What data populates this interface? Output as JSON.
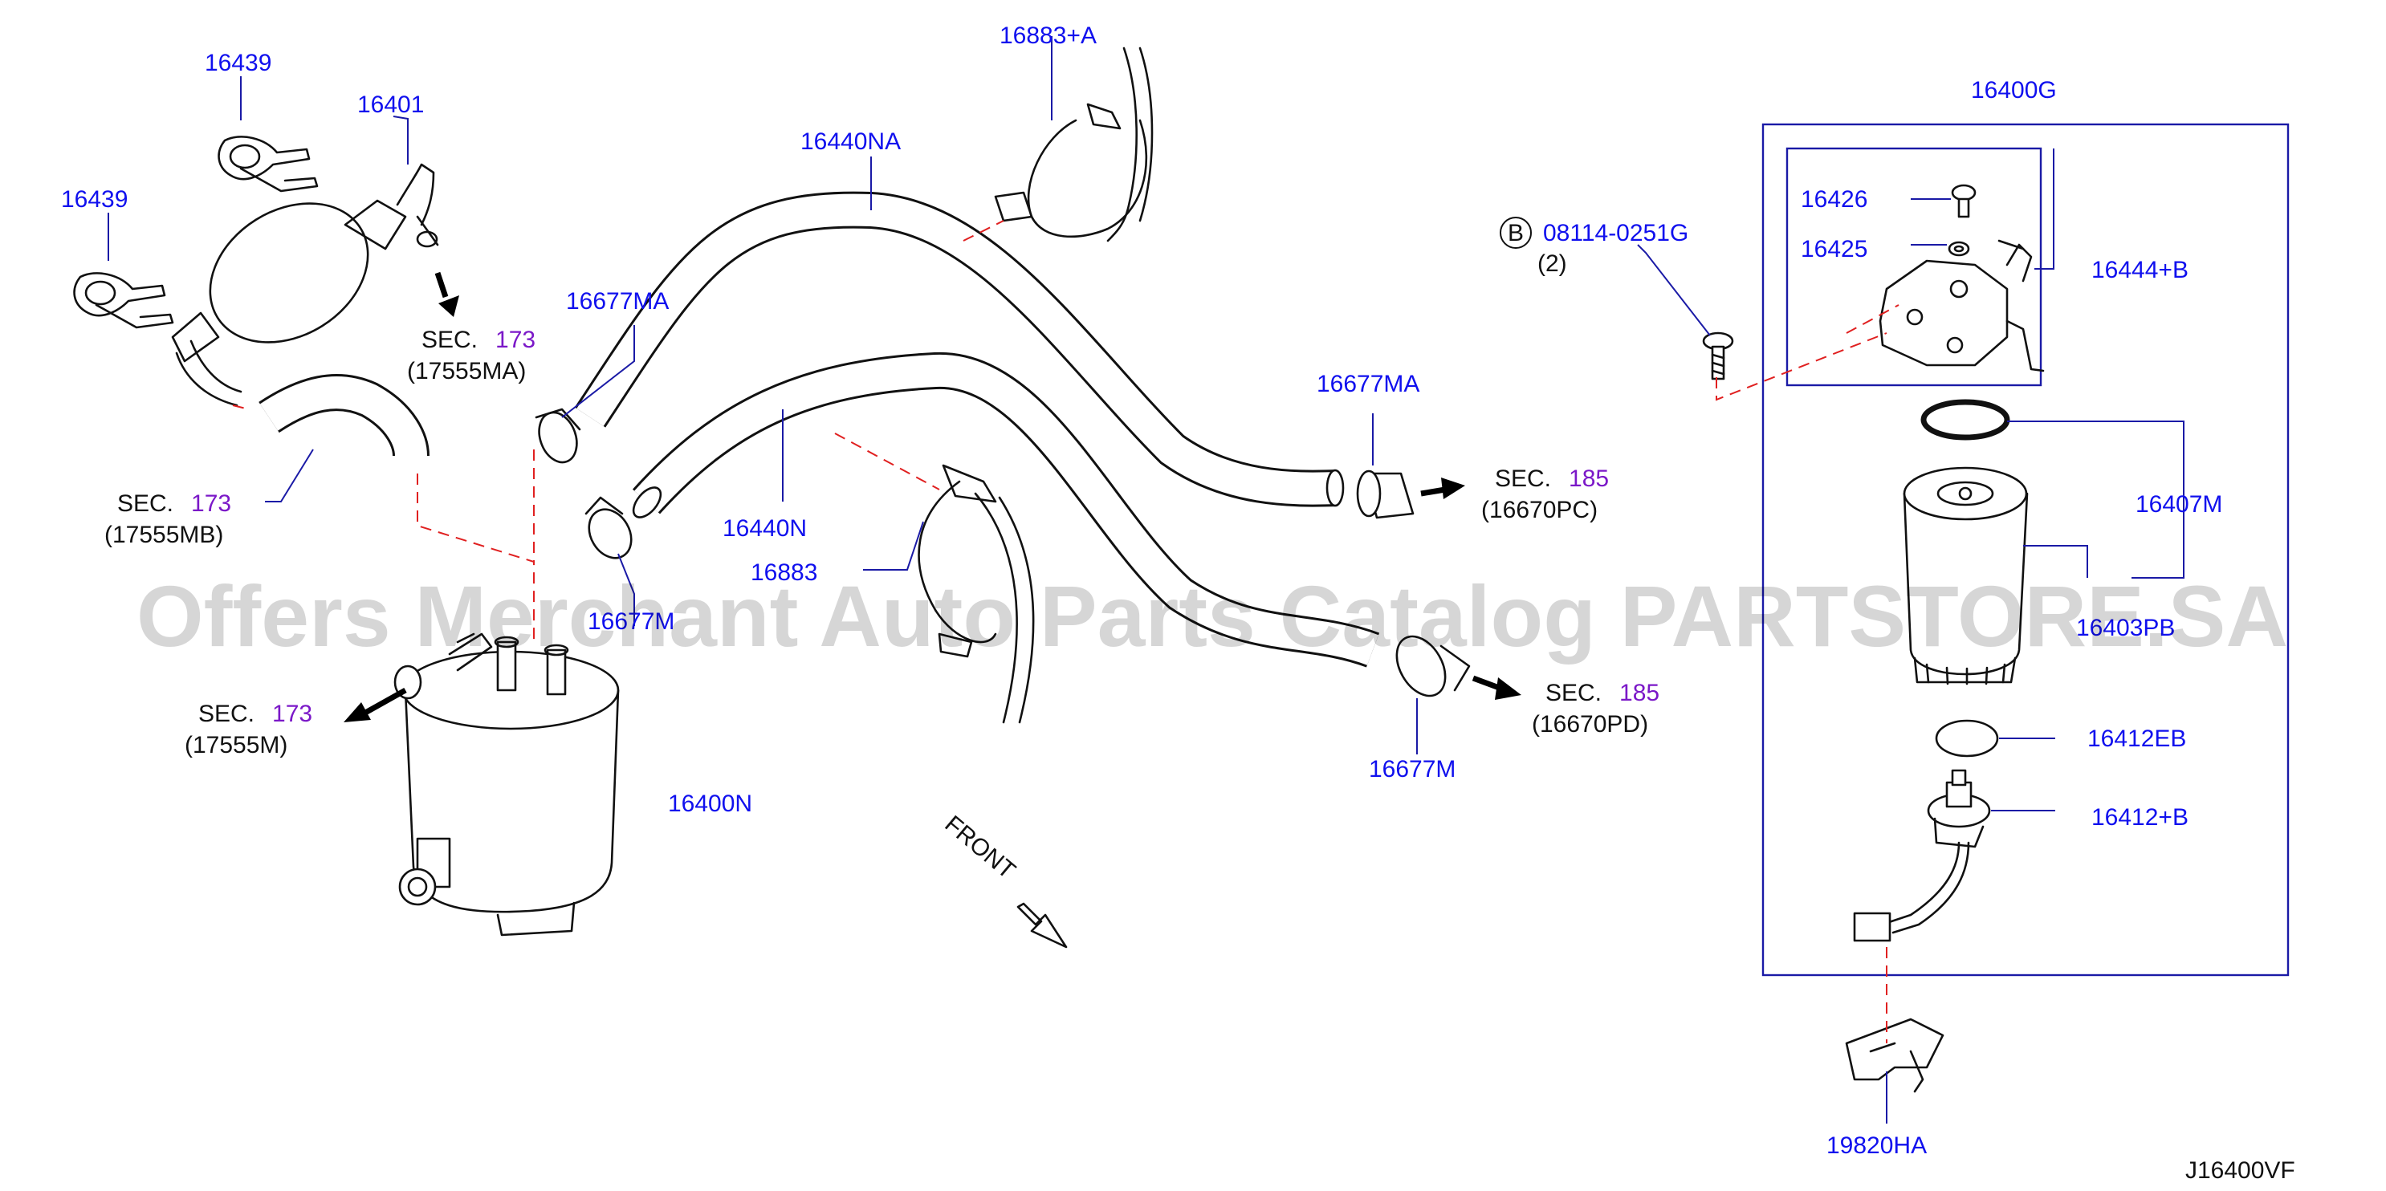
{
  "labels": {
    "p16439_a": "16439",
    "p16401": "16401",
    "p16439_b": "16439",
    "p16883a": "16883+A",
    "p16440na": "16440NA",
    "p16677ma_a": "16677MA",
    "p16677ma_b": "16677MA",
    "p16440n": "16440N",
    "p16883": "16883",
    "p16677m_a": "16677M",
    "p16677m_b": "16677M",
    "p16400n": "16400N",
    "p16400g": "16400G",
    "p16426": "16426",
    "p16425": "16425",
    "p16444b": "16444+B",
    "bolt_circle": "B",
    "bolt_code": "08114-0251G",
    "bolt_qty": "(2)",
    "p16407m": "16407M",
    "p16403pb": "16403PB",
    "p16412eb": "16412EB",
    "p16412b": "16412+B",
    "p19820ha": "19820HA",
    "front": "FRONT",
    "diagram_code": "J16400VF"
  },
  "sections": {
    "s1": {
      "word": "SEC.",
      "num": "173",
      "ref": "(17555MA)"
    },
    "s2": {
      "word": "SEC.",
      "num": "173",
      "ref": "(17555MB)"
    },
    "s3": {
      "word": "SEC.",
      "num": "173",
      "ref": "(17555M)"
    },
    "s4": {
      "word": "SEC.",
      "num": "185",
      "ref": "(16670PC)"
    },
    "s5": {
      "word": "SEC.",
      "num": "185",
      "ref": "(16670PD)"
    }
  },
  "watermark": "Offers Merchant Auto Parts Catalog PARTSTORE.SA",
  "colors": {
    "label": "#1010ee",
    "section_number": "#7b18c8",
    "dashed_link": "#e02020",
    "leader": "#1a1aa6"
  }
}
